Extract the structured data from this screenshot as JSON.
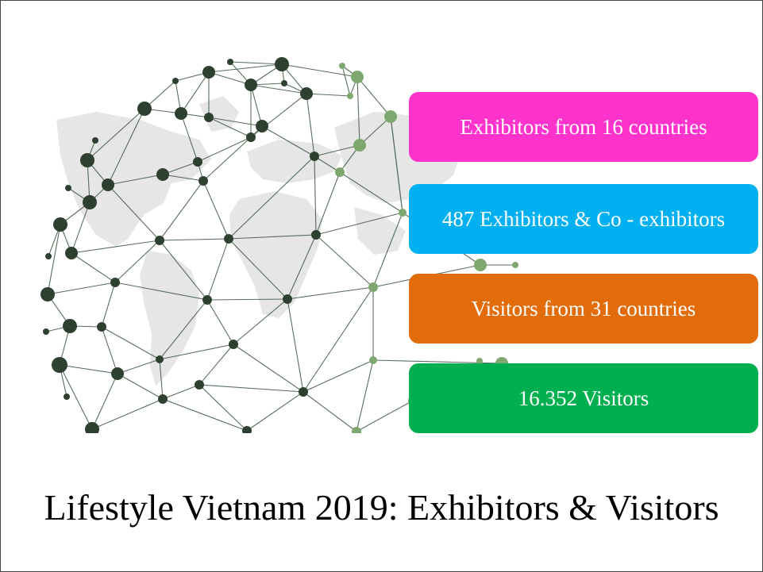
{
  "stats": [
    {
      "label": "Exhibitors from 16 countries",
      "color": "#ff33cc"
    },
    {
      "label": "487 Exhibitors & Co - exhibitors",
      "color": "#00b0f0"
    },
    {
      "label": "Visitors from 31 countries",
      "color": "#e36c0a"
    },
    {
      "label": "16.352 Visitors",
      "color": "#00b050"
    }
  ],
  "title": "Lifestyle Vietnam 2019: Exhibitors & Visitors",
  "colors": {
    "node_dark": "#2e4030",
    "node_light": "#7ea870",
    "map": "#e6e6e6"
  },
  "icons": {
    "graphic": "network-globe-icon"
  }
}
